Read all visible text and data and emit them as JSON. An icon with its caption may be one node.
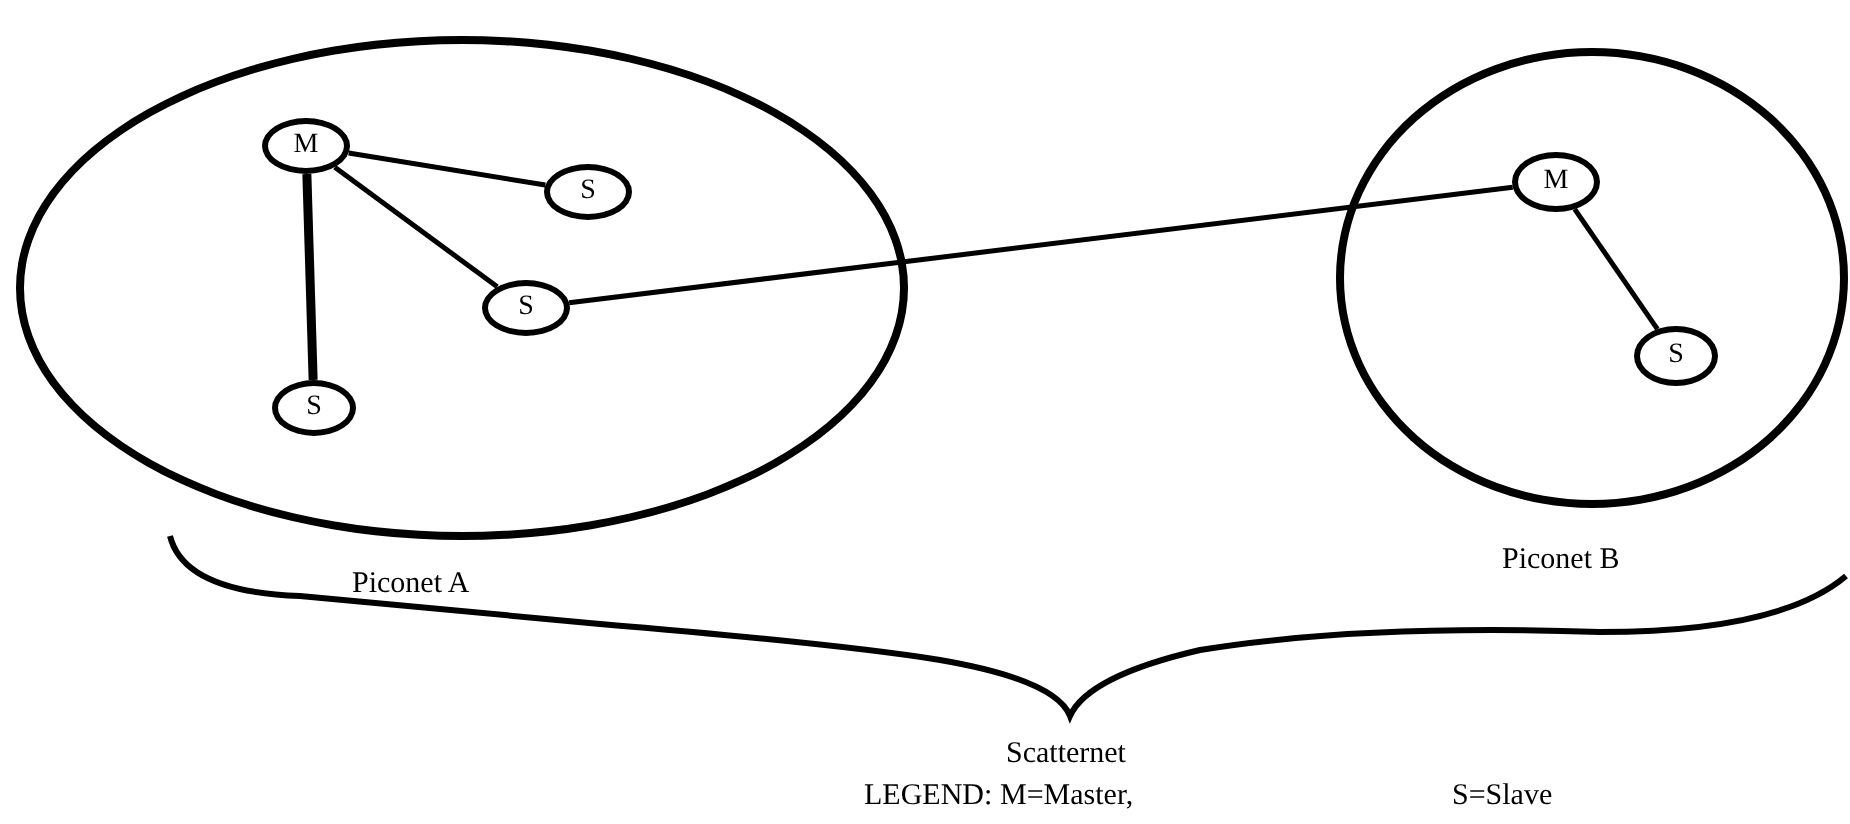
{
  "diagram": {
    "nodes": [
      {
        "text": [],
        "shape": "circle"
      },
      {
        "text": [
          "M"
        ],
        "in": 0
      },
      {
        "text": [
          "S"
        ],
        "in": 0
      },
      {
        "text": [
          "S"
        ],
        "in": 0
      },
      {
        "text": [
          "S"
        ],
        "in": 0
      },
      {
        "text": [],
        "shape": "circle"
      },
      {
        "text": [
          "M"
        ],
        "in": 5
      },
      {
        "text": [
          "S"
        ],
        "in": 5
      }
    ],
    "edges": [
      {
        "from": 1,
        "to": 2,
        "arrow": "none"
      },
      {
        "from": 1,
        "to": 3,
        "arrow": "none"
      },
      {
        "from": 1,
        "to": 4,
        "arrow": "none",
        "style": "thick"
      },
      {
        "from": 3,
        "to": 6,
        "arrow": "none"
      },
      {
        "from": 6,
        "to": 7,
        "arrow": "none"
      }
    ],
    "labels": [
      "Piconet A",
      "Piconet B",
      "Scatternet",
      "LEGEND:"
    ],
    "legend": [
      {
        "text": "M=Master,"
      },
      {
        "text": "S=Slave"
      }
    ]
  }
}
